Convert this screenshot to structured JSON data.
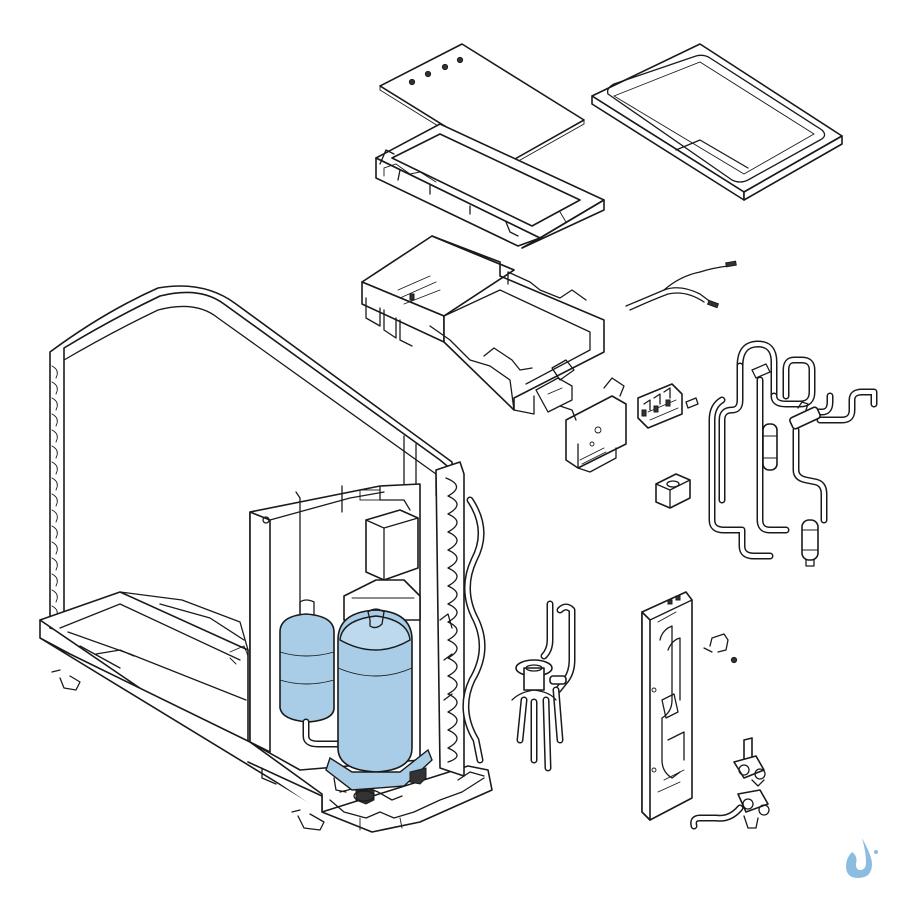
{
  "diagram": {
    "highlight_color": "#a9cde6",
    "highlight_stroke": "#5e8fb5",
    "logo_color": "#8cbde0",
    "parts": [
      {
        "id": "top-cover-panel"
      },
      {
        "id": "top-lid"
      },
      {
        "id": "electrical-box-tray"
      },
      {
        "id": "control-box"
      },
      {
        "id": "sensor-wire"
      },
      {
        "id": "terminal-bracket"
      },
      {
        "id": "terminal-block"
      },
      {
        "id": "reactor-coil"
      },
      {
        "id": "four-way-valve-assembly"
      },
      {
        "id": "condenser-coil-frame"
      },
      {
        "id": "base-pan"
      },
      {
        "id": "partition-plate"
      },
      {
        "id": "electronic-module"
      },
      {
        "id": "accumulator",
        "highlighted": true
      },
      {
        "id": "compressor",
        "highlighted": true
      },
      {
        "id": "expansion-valve-assembly"
      },
      {
        "id": "side-panel"
      },
      {
        "id": "clip-small"
      },
      {
        "id": "service-valves"
      }
    ]
  }
}
